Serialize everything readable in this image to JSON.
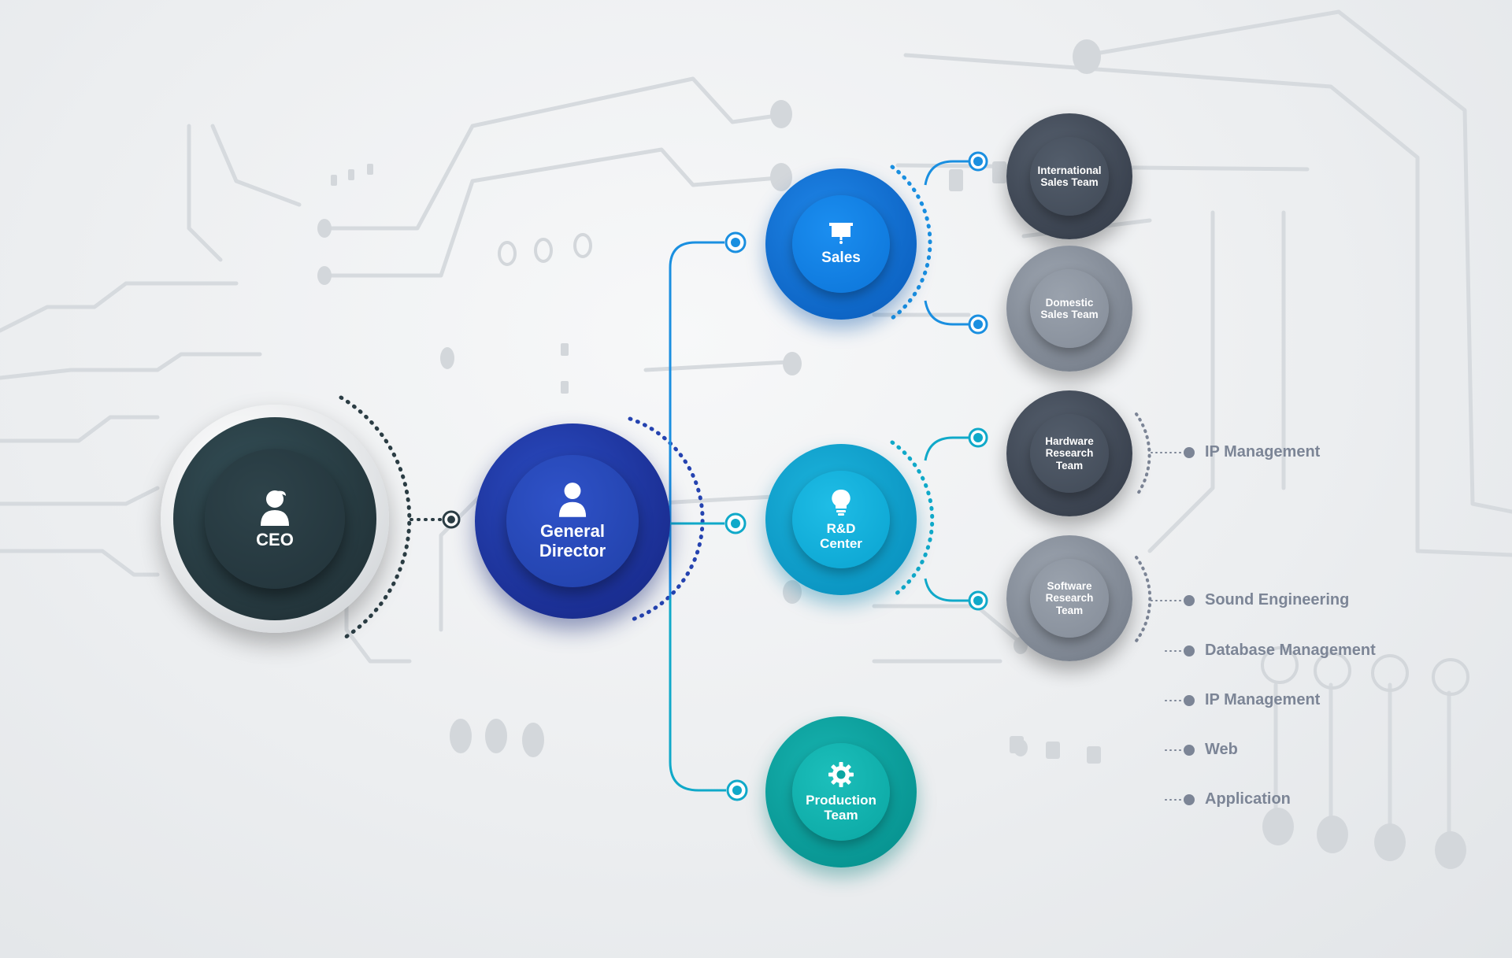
{
  "nodes": {
    "ceo": {
      "label": "CEO",
      "icon": "person-icon",
      "color": "#22333a"
    },
    "general_director": {
      "label": "General\nDirector",
      "icon": "person-icon",
      "color": "#2040a8"
    },
    "sales": {
      "label": "Sales",
      "icon": "presentation-board-icon",
      "color": "#0c74d8"
    },
    "rnd": {
      "label": "R&D\nCenter",
      "icon": "lightbulb-icon",
      "color": "#0aa3d0"
    },
    "production": {
      "label": "Production\nTeam",
      "icon": "gear-icon",
      "color": "#0aa6a2"
    },
    "international_sales": {
      "label": "International\nSales Team",
      "color": "#414a57"
    },
    "domestic_sales": {
      "label": "Domestic\nSales Team",
      "color": "#858d99"
    },
    "hardware_research": {
      "label": "Hardware\nResearch\nTeam",
      "color": "#414a57"
    },
    "software_research": {
      "label": "Software\nResearch\nTeam",
      "color": "#858d99"
    }
  },
  "leaves": {
    "hardware": [
      "IP Management"
    ],
    "software": [
      "Sound Engineering",
      "Database Management",
      "IP Management",
      "Web",
      "Application"
    ]
  },
  "colors": {
    "connector_blue": "#1a8fe0",
    "connector_teal": "#10a9c9",
    "leaf_text": "#7c8596",
    "circuit": "#d9dde1"
  }
}
